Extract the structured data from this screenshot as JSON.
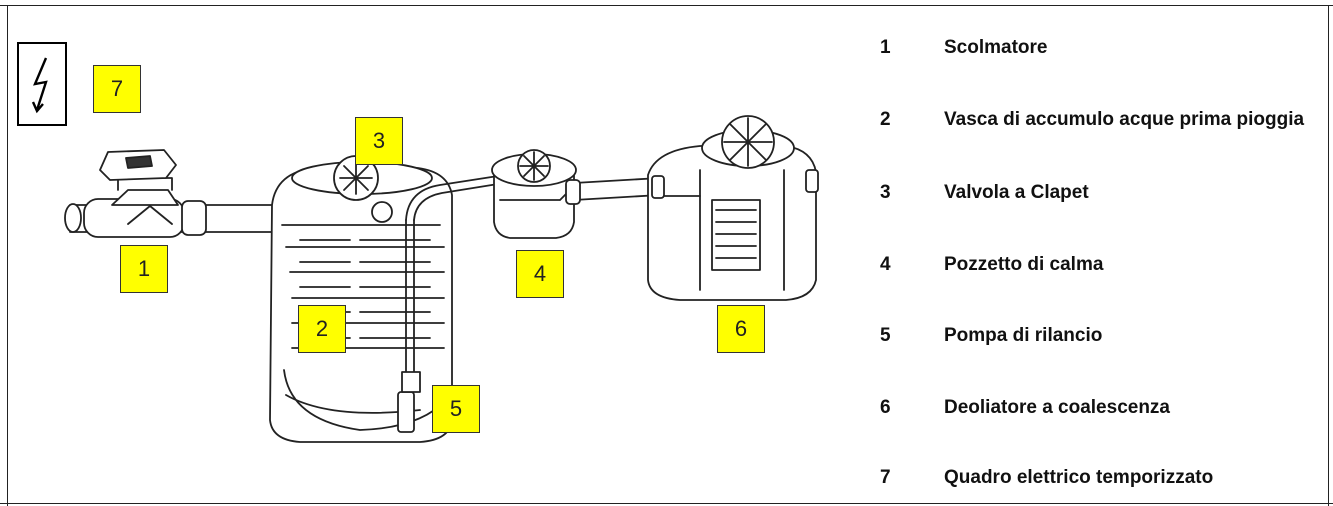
{
  "tags": [
    "1",
    "2",
    "3",
    "4",
    "5",
    "6",
    "7"
  ],
  "legend": [
    {
      "num": "1",
      "text": "Scolmatore"
    },
    {
      "num": "2",
      "text": "Vasca di accumulo acque prima pioggia"
    },
    {
      "num": "3",
      "text": "Valvola a Clapet"
    },
    {
      "num": "4",
      "text": "Pozzetto di calma"
    },
    {
      "num": "5",
      "text": "Pompa di rilancio"
    },
    {
      "num": "6",
      "text": "Deoliatore a coalescenza"
    },
    {
      "num": "7",
      "text": "Quadro elettrico temporizzato"
    }
  ],
  "colors": {
    "tag_fill": "#ffff00",
    "line": "#222222"
  },
  "icons": {
    "electric_panel": "lightning-bolt-icon"
  }
}
